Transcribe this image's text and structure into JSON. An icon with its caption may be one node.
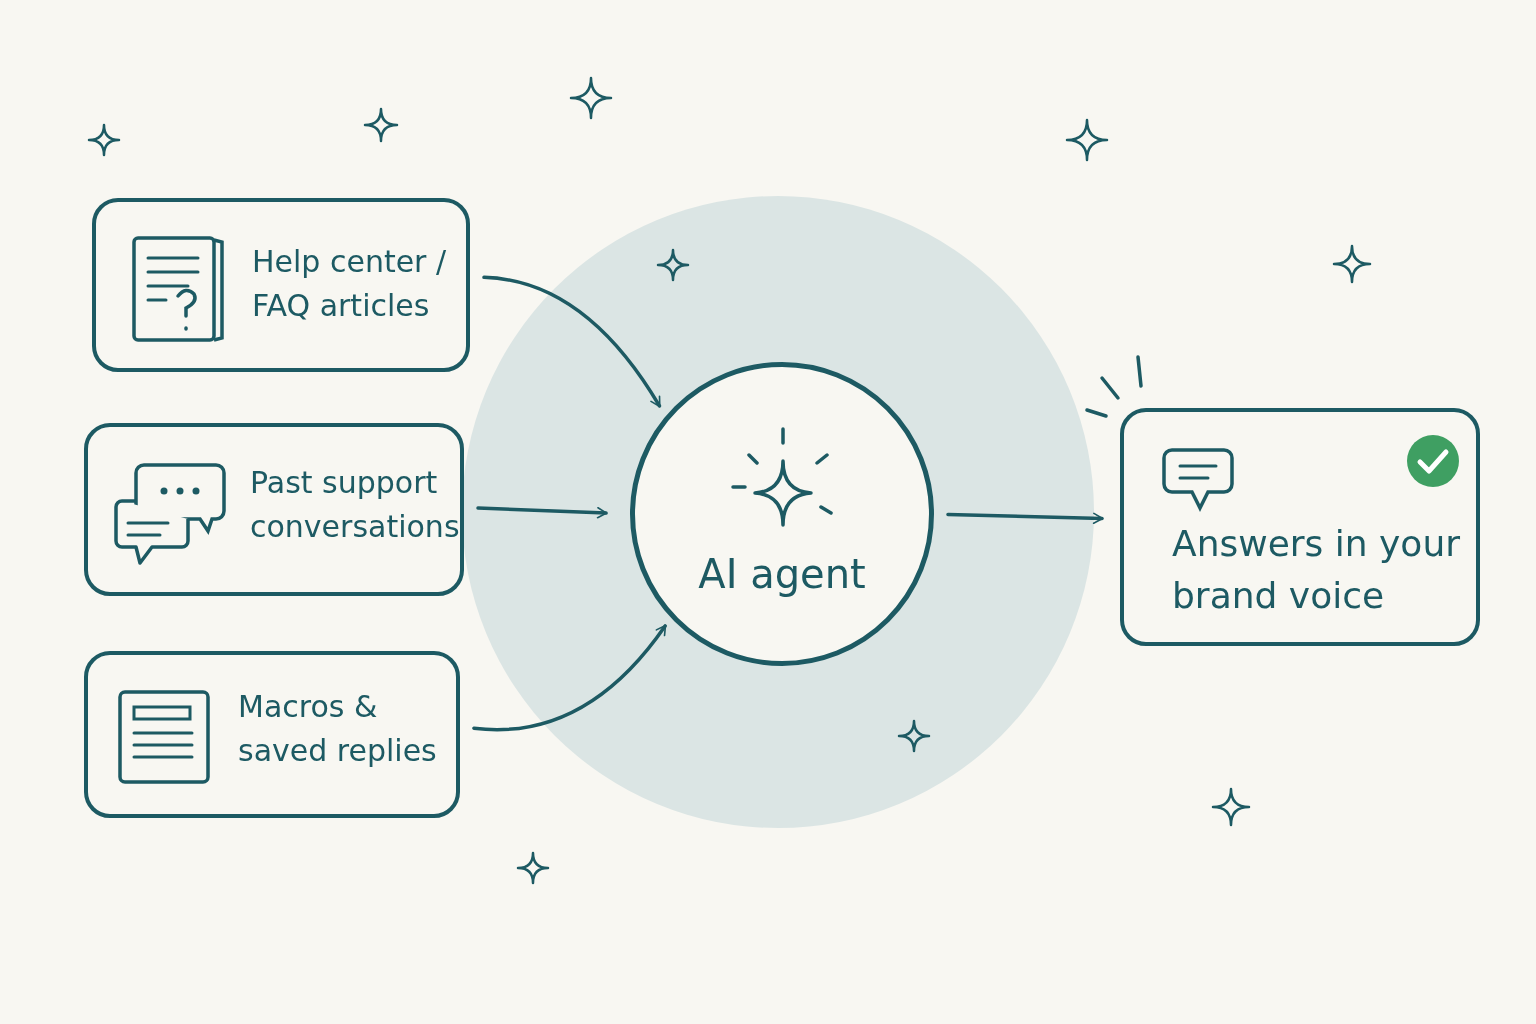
{
  "diagram": {
    "nodes": [
      {
        "text": [
          "Help center / FAQ articles"
        ]
      },
      {
        "text": [
          "Past support conversations"
        ]
      },
      {
        "text": [
          "Macros & saved replies"
        ]
      },
      {
        "text": [
          "AI agent"
        ]
      },
      {
        "text": [
          "Answers in your brand voice"
        ]
      }
    ],
    "edges": [
      {
        "from": 0,
        "to": 3,
        "arrow": "to"
      },
      {
        "from": 1,
        "to": 3,
        "arrow": "to"
      },
      {
        "from": 2,
        "to": 3,
        "arrow": "to"
      },
      {
        "from": 3,
        "to": 4,
        "arrow": "to"
      }
    ]
  }
}
